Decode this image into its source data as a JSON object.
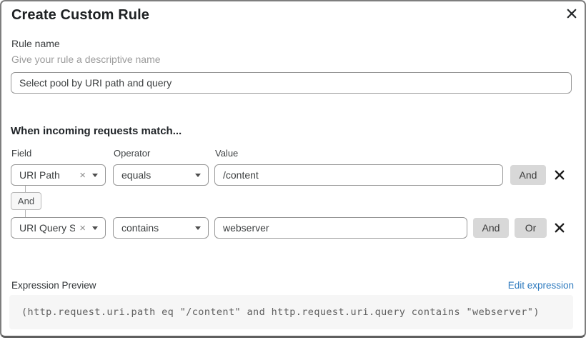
{
  "dialog": {
    "title": "Create Custom Rule"
  },
  "rule_name": {
    "label": "Rule name",
    "hint": "Give your rule a descriptive name",
    "value": "Select pool by URI path and query"
  },
  "matcher": {
    "heading": "When incoming requests match...",
    "columns": {
      "field": "Field",
      "operator": "Operator",
      "value": "Value"
    },
    "connector": "And",
    "rows": [
      {
        "field": "URI Path",
        "operator": "equals",
        "value": "/content",
        "buttons": [
          "And"
        ]
      },
      {
        "field": "URI Query St...",
        "operator": "contains",
        "value": "webserver",
        "buttons": [
          "And",
          "Or"
        ]
      }
    ],
    "clear_glyph": "×"
  },
  "expression": {
    "label": "Expression Preview",
    "edit_link": "Edit expression",
    "code": "(http.request.uri.path eq \"/content\" and http.request.uri.query contains \"webserver\")"
  },
  "colors": {
    "link_blue": "#2f7bbf",
    "button_gray": "#d8d8d8",
    "code_background": "#f6f6f6",
    "input_border": "#979797"
  }
}
